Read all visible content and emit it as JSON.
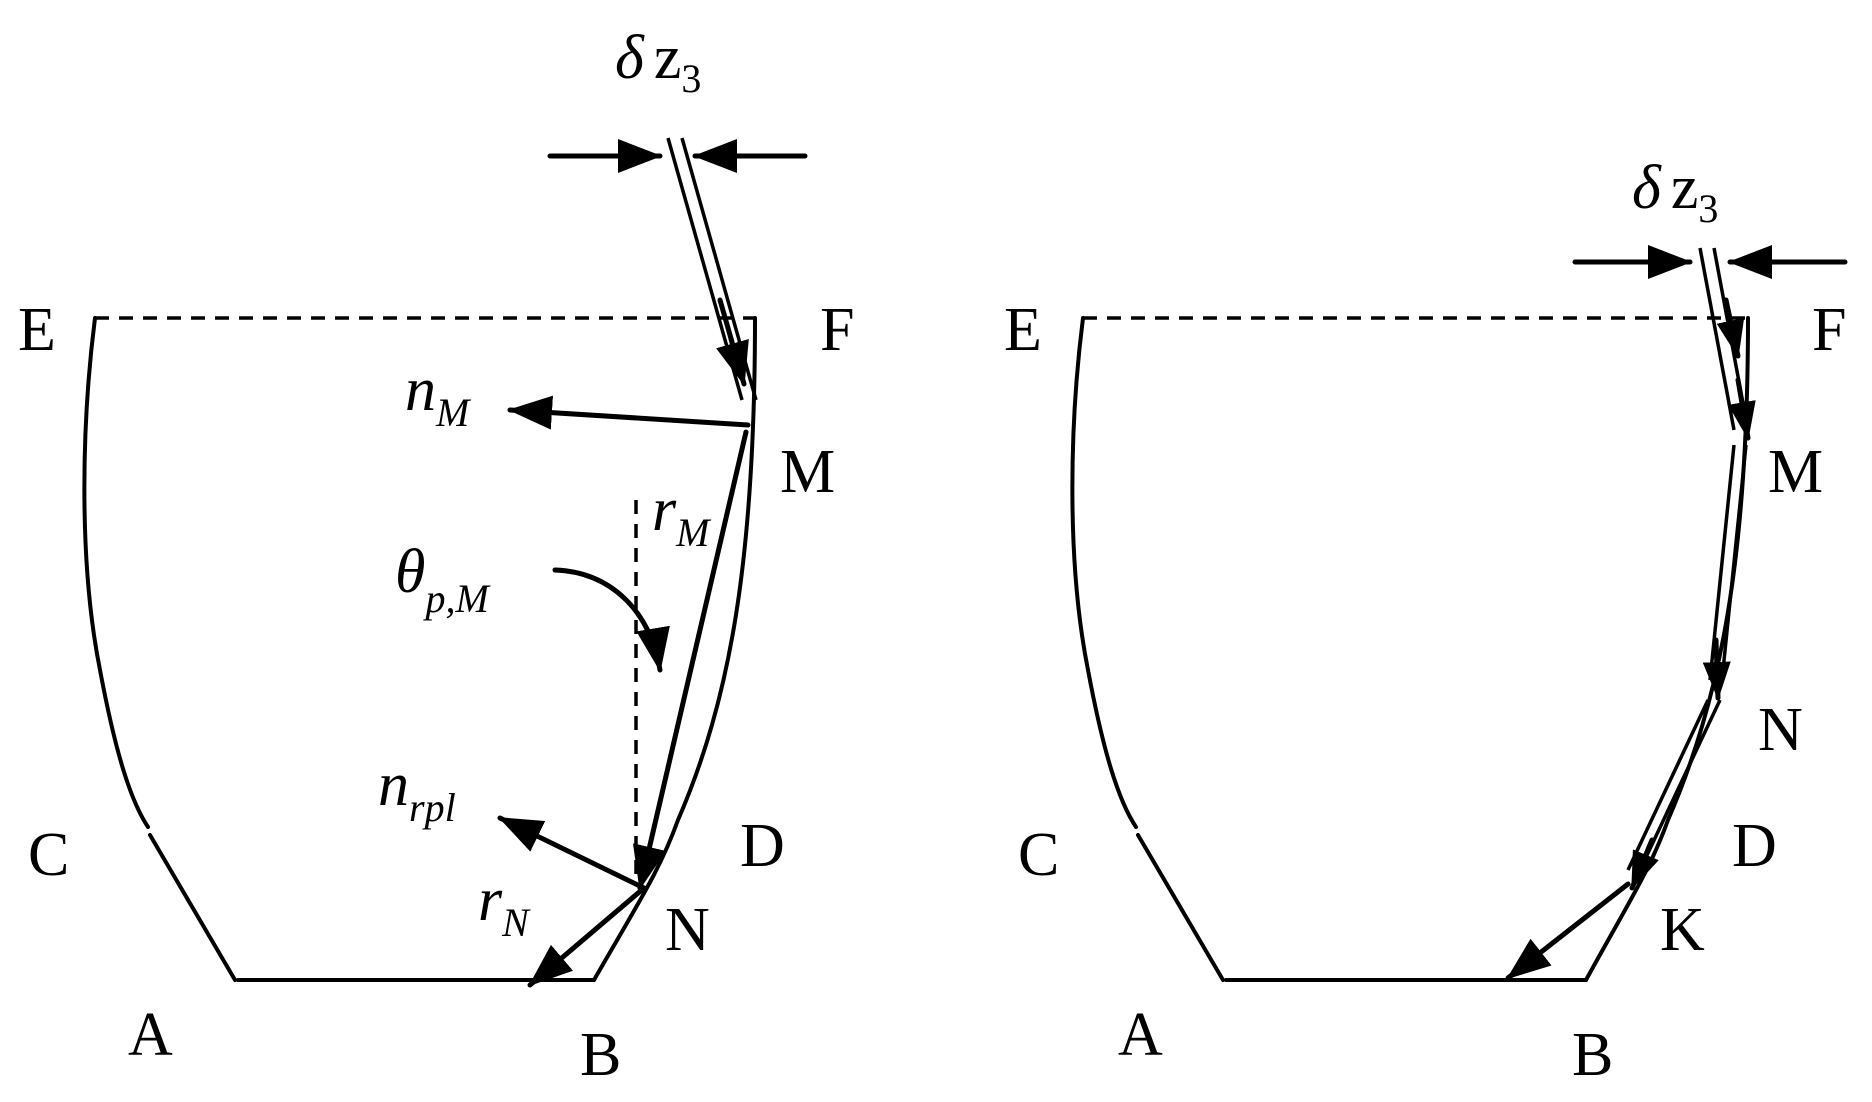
{
  "panels": [
    {
      "points": {
        "E": "E",
        "F": "F",
        "M": "M",
        "C": "C",
        "D": "D",
        "N": "N",
        "A": "A",
        "B": "B"
      },
      "delta": {
        "symbol": "δ",
        "z": "z",
        "sub": "3"
      },
      "n_M": {
        "base": "n",
        "sub": "M"
      },
      "r_M": {
        "base": "r",
        "sub": "M"
      },
      "theta": {
        "base": "θ",
        "sub": "p,M"
      },
      "n_rpl": {
        "base": "n",
        "sub": "rpl"
      },
      "r_N": {
        "base": "r",
        "sub": "N"
      }
    },
    {
      "points": {
        "E": "E",
        "F": "F",
        "M": "M",
        "N": "N",
        "C": "C",
        "D": "D",
        "K": "K",
        "A": "A",
        "B": "B"
      },
      "delta": {
        "symbol": "δ",
        "z": "z",
        "sub": "3"
      }
    }
  ]
}
